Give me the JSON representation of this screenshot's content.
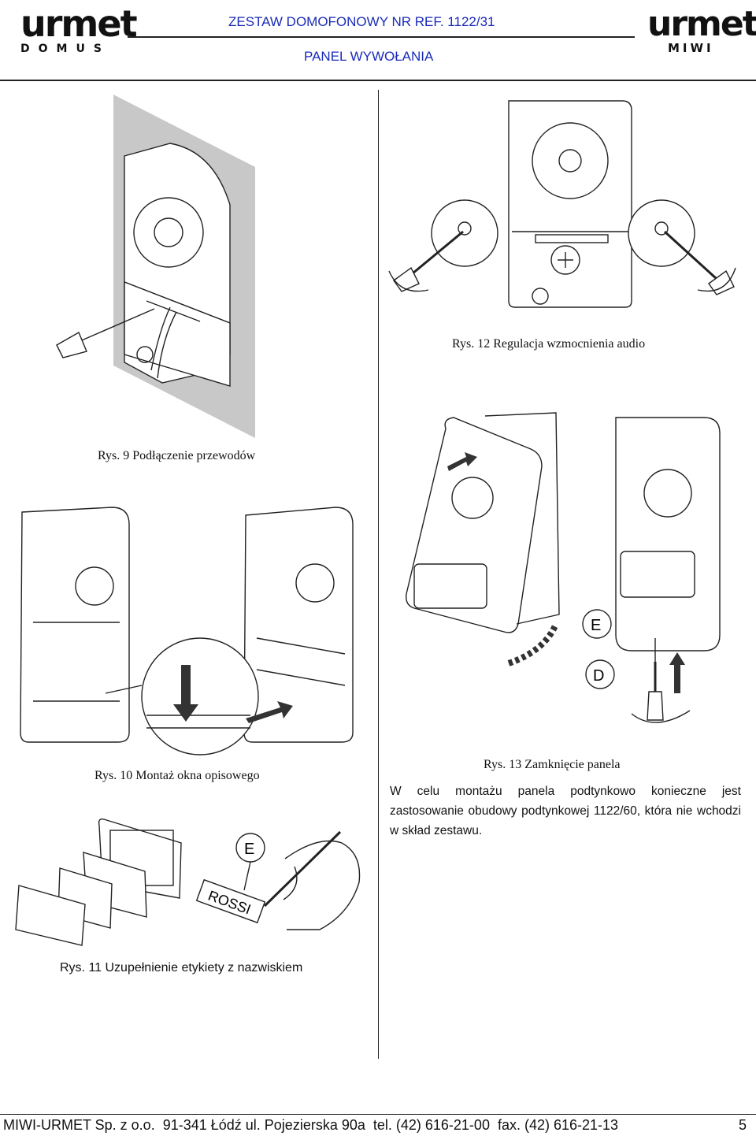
{
  "header": {
    "logo_left_word": "urmet",
    "logo_left_sub": "DOMUS",
    "title_line1": "ZESTAW DOMOFONOWY NR REF. 1122/31",
    "title_line2": "PANEL WYWOŁANIA",
    "logo_right_word": "urmet",
    "logo_right_sub": "MIWI"
  },
  "figures": {
    "fig9_caption": "Rys. 9 Podłączenie przewodów",
    "fig12_caption": "Rys. 12 Regulacja wzmocnienia audio",
    "fig10_caption": "Rys. 10 Montaż okna opisowego",
    "fig13_caption": "Rys. 13 Zamknięcie panela",
    "fig11_caption": "Rys. 11 Uzupełnienie etykiety z nazwiskiem",
    "label_e": "E",
    "label_d": "D",
    "label_name": "ROSSI"
  },
  "body": {
    "paragraph": "W celu montażu panela podtynkowo konieczne jest zastosowanie obudowy podtynkowej 1122/60, która nie wchodzi w skład zestawu."
  },
  "footer": {
    "company": "MIWI-URMET Sp. z o.o.  91-341 Łódź ul. Pojezierska 90a  tel. (42) 616-21-00  fax. (42) 616-21-13",
    "page_number": "5"
  }
}
